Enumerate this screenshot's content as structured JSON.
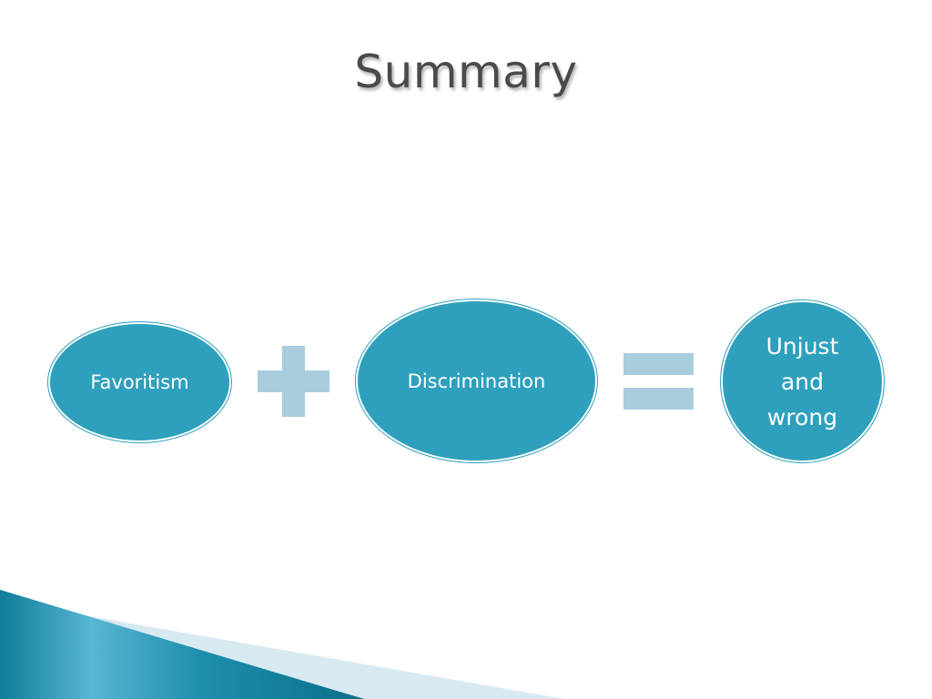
{
  "slide": {
    "title": "Summary"
  },
  "diagram": {
    "terms": [
      {
        "label": "Favoritism"
      },
      {
        "label": "Discrimination"
      },
      {
        "label": "Unjust\nand\nwrong"
      }
    ],
    "operators": [
      "plus",
      "equals"
    ]
  },
  "colors": {
    "ellipse_fill": "#2ea0bd",
    "operator_fill": "#a9cddd",
    "title_text": "#4a4a4a",
    "accent_dark": "#1a1a1a",
    "accent_light": "#d7e9f1"
  }
}
